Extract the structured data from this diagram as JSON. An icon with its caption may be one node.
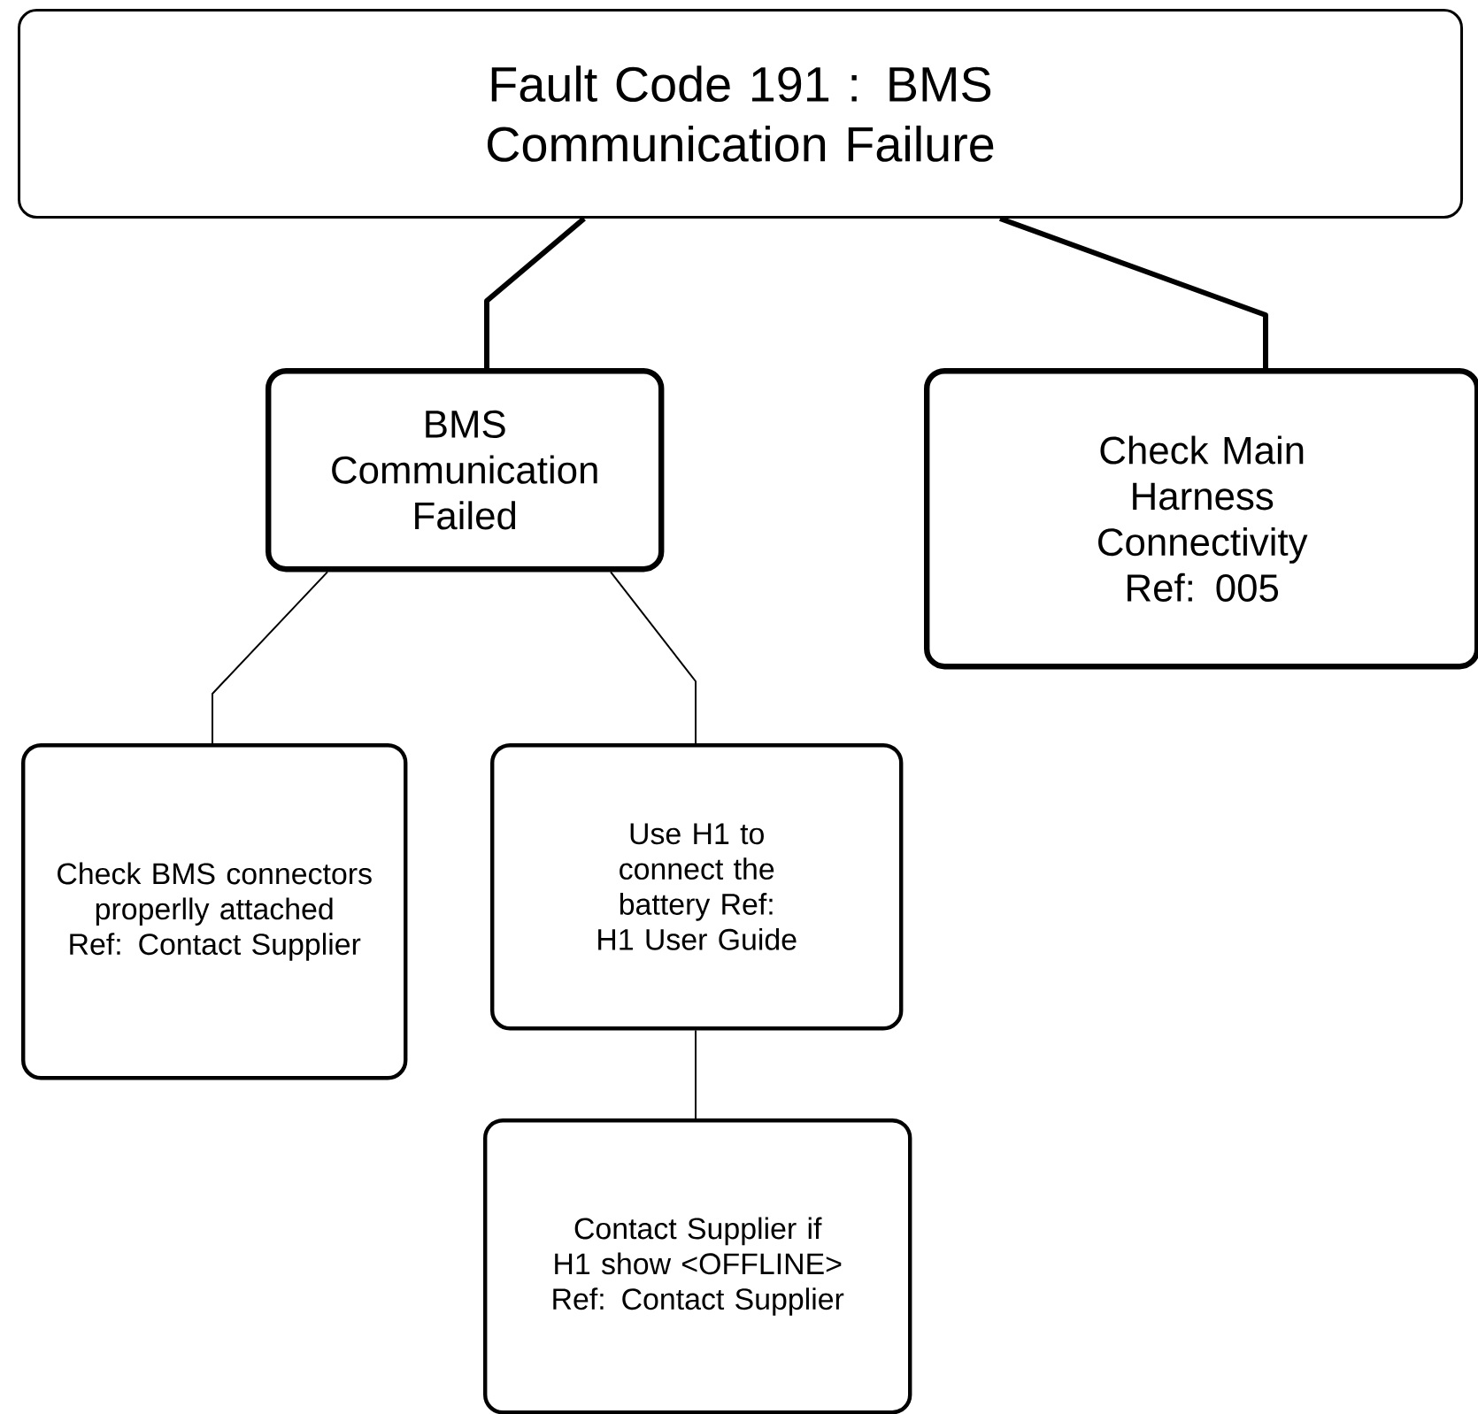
{
  "diagram": {
    "nodes": [
      {
        "text": [
          "Fault Code 191 : BMS Communication Failure"
        ]
      },
      {
        "text": [
          "BMS Communication Failed"
        ]
      },
      {
        "text": [
          "Check Main Harness Connectivity Ref: 005"
        ]
      },
      {
        "text": [
          "Check BMS connectors properlly attached Ref: Contact Supplier"
        ]
      },
      {
        "text": [
          "Use H1 to connect the battery Ref: H1 User Guide"
        ]
      },
      {
        "text": [
          "Contact Supplier if H1 show <OFFLINE> Ref: Contact Supplier"
        ]
      }
    ],
    "edges": [
      {
        "from": 0,
        "to": 1,
        "arrow": "none",
        "style": "thick"
      },
      {
        "from": 0,
        "to": 2,
        "arrow": "none",
        "style": "thick"
      },
      {
        "from": 1,
        "to": 3,
        "arrow": "none"
      },
      {
        "from": 1,
        "to": 4,
        "arrow": "none"
      },
      {
        "from": 4,
        "to": 5,
        "arrow": "none"
      }
    ]
  }
}
